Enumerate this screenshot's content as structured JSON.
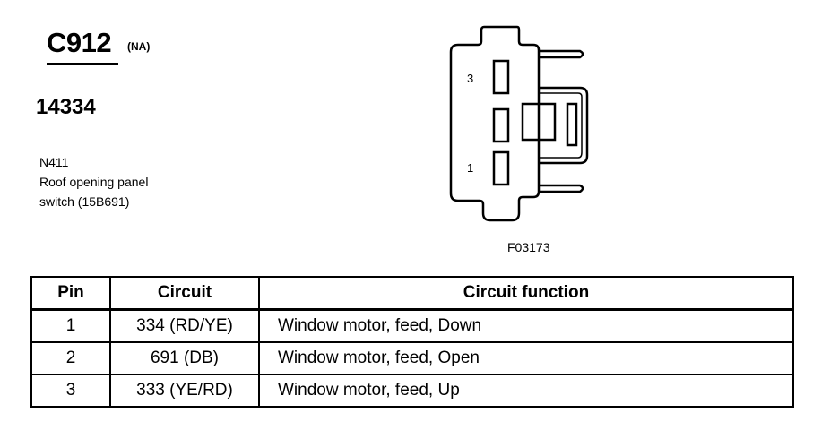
{
  "connector": {
    "id": "C912",
    "region": "(NA)",
    "part_number": "14334",
    "code": "N411",
    "description_line1": "Roof opening panel",
    "description_line2": "switch (15B691)"
  },
  "diagram": {
    "pin_labels": [
      "3",
      "1"
    ],
    "figure_code": "F03173"
  },
  "table": {
    "headers": [
      "Pin",
      "Circuit",
      "Circuit function"
    ],
    "rows": [
      [
        "1",
        "334 (RD/YE)",
        "Window motor, feed, Down"
      ],
      [
        "2",
        "691 (DB)",
        "Window motor, feed, Open"
      ],
      [
        "3",
        "333 (YE/RD)",
        "Window motor, feed, Up"
      ]
    ]
  }
}
